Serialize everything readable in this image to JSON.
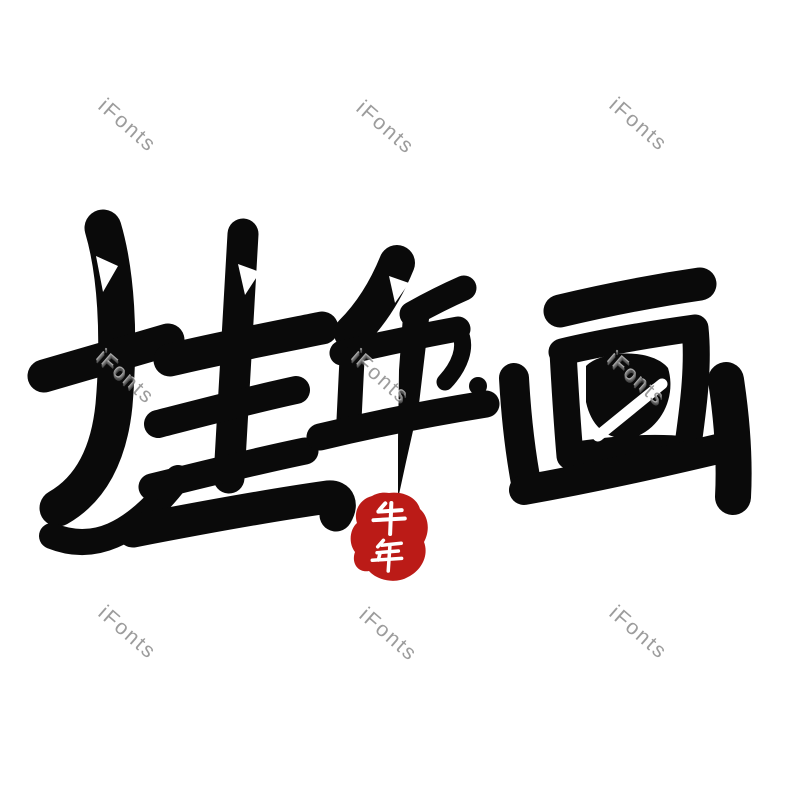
{
  "artwork": {
    "text": "挂年画",
    "characters": [
      "挂",
      "年",
      "画"
    ],
    "ink_color": "#0a0a0a",
    "style": "brush-calligraphy"
  },
  "seal": {
    "text": "牛年",
    "characters": [
      "牛",
      "年"
    ],
    "bg_color": "#bb1b17",
    "text_color": "#ffffff"
  },
  "watermark": {
    "text": "iFonts",
    "color": "#8a8a8a",
    "count": 9
  },
  "background_color": "#ffffff"
}
